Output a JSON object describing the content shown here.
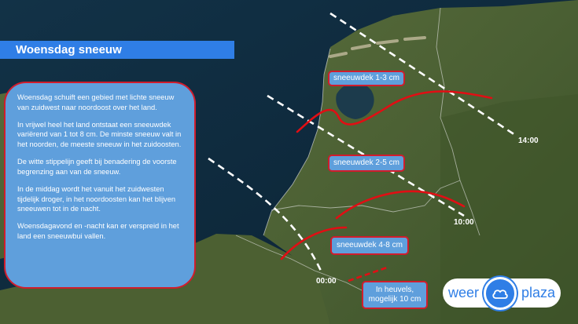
{
  "title": "Woensdag sneeuw",
  "info_paragraphs": [
    "Woensdag schuift een gebied met lichte sneeuw van zuidwest naar noordoost over het land.",
    "In vrijwel heel het land ontstaat een sneeuwdek variërend van 1 tot 8 cm. De minste sneeuw valt in het noorden, de meeste sneeuw in het zuidoosten.",
    "De witte stippelijn geeft bij benadering de voorste begrenzing aan van de sneeuw.",
    "In de middag wordt het vanuit het zuidwesten tijdelijk droger, in het noordoosten kan het blijven sneeuwen tot in de nacht.",
    "Woensdagavond en -nacht kan er verspreid in het land een sneeuwbui vallen."
  ],
  "snow_labels": {
    "north": "sneeuwdek 1-3 cm",
    "middle": "sneeuwdek 2-5 cm",
    "south": "sneeuwdek 4-8 cm",
    "hills_line1": "In heuvels,",
    "hills_line2": "mogelijk 10 cm"
  },
  "time_labels": {
    "t1400": "14:00",
    "t1000": "10:00",
    "t0000": "00:00"
  },
  "logo": {
    "left": "weer",
    "right": "plaza",
    "icon": "cloud-icon"
  },
  "colors": {
    "title_bar": "#2f7ee6",
    "panel": "#5f9fdc",
    "boundary_line": "#e10e14",
    "front_line": "#ffffff"
  }
}
